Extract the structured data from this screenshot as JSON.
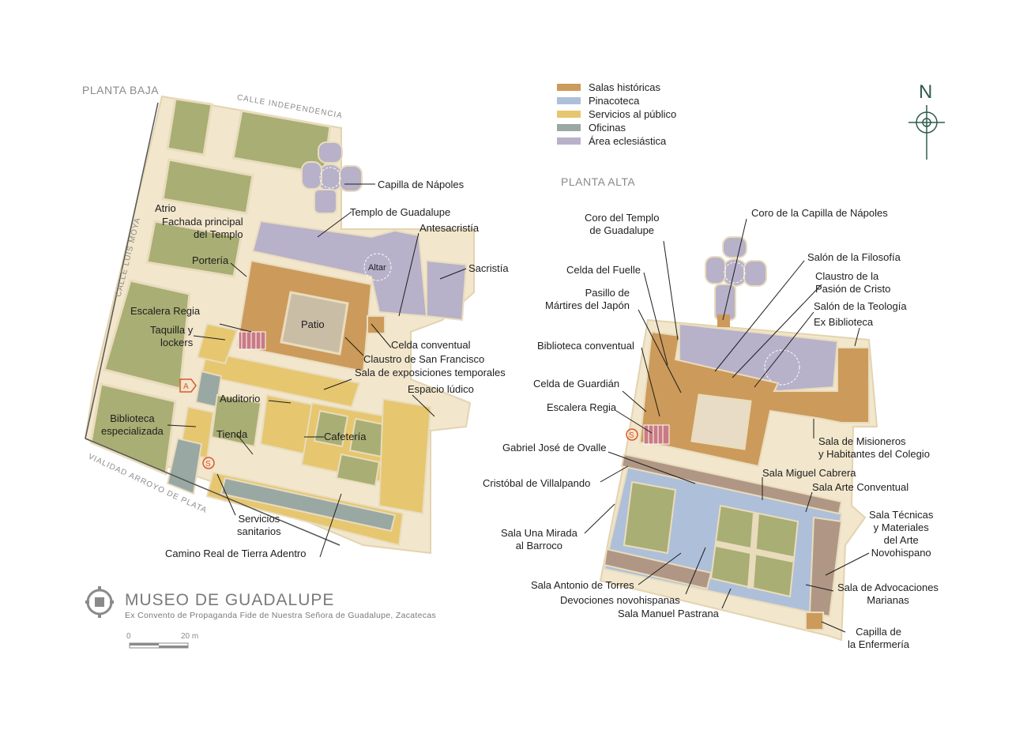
{
  "floors": {
    "ground": "PLANTA BAJA",
    "upper": "PLANTA ALTA"
  },
  "streets": {
    "north": "CALLE INDEPENDENCIA",
    "west": "CALLE LUIS MOYA",
    "south": "VIALIDAD ARROYO DE PLATA"
  },
  "legend": [
    {
      "label": "Salas históricas",
      "color": "#cc9a5a"
    },
    {
      "label": "Pinacoteca",
      "color": "#aebfd9"
    },
    {
      "label": "Servicios al público",
      "color": "#e6c66f"
    },
    {
      "label": "Oficinas",
      "color": "#9aa8a3"
    },
    {
      "label": "Área eclesiástica",
      "color": "#b7b1c9"
    }
  ],
  "compass": {
    "label": "N"
  },
  "ground_labels": {
    "capilla_napoles": "Capilla de Nápoles",
    "templo": "Templo de Guadalupe",
    "atrio": "Atrio",
    "fachada": "Fachada principal\ndel Templo",
    "antesacristia": "Antesacristía",
    "altar": "Altar",
    "sacristia": "Sacristía",
    "porteria": "Portería",
    "escalera": "Escalera Regia",
    "patio": "Patio",
    "taquilla": "Taquilla y\nlockers",
    "celda": "Celda conventual",
    "claustro": "Claustro  de San Francisco",
    "sala_expo": "Sala de exposiciones temporales",
    "espacio": "Espacio lúdico",
    "auditorio": "Auditorio",
    "biblioteca": "Biblioteca\nespecializada",
    "tienda": "Tienda",
    "cafeteria": "Cafetería",
    "servicios": "Servicios\nsanitarios",
    "camino": "Camino Real de Tierra Adentro"
  },
  "upper_labels": {
    "coro_templo": "Coro del Templo\nde Guadalupe",
    "coro_capilla": "Coro de la Capilla de Nápoles",
    "salon_filosofia": "Salón de la Filosofía",
    "celda_fuelle": "Celda del Fuelle",
    "claustro_pasion": "Claustro de la\nPasión de Cristo",
    "pasillo": "Pasillo de\nMártires del Japón",
    "salon_teologia": "Salón de la Teología",
    "ex_biblioteca": "Ex Biblioteca",
    "biblioteca_conv": "Biblioteca conventual",
    "celda_guardian": "Celda de Guardián",
    "escalera": "Escalera Regia",
    "misioneros": "Sala de Misioneros\ny Habitantes del Colegio",
    "ovalle": "Gabriel José de Ovalle",
    "cabrera": "Sala Miguel Cabrera",
    "villalpando": "Cristóbal de Villalpando",
    "arte_conventual": "Sala Arte Conventual",
    "tecnicas": "Sala Técnicas\ny Materiales\ndel Arte\nNovohispano",
    "mirada": "Sala Una Mirada\nal Barroco",
    "torres": "Sala Antonio de Torres",
    "advocaciones": "Sala de Advocaciones\nMarianas",
    "devociones": "Devociones novohispanas",
    "pastrana": "Sala Manuel Pastrana",
    "enfermeria": "Capilla de\nla Enfermería"
  },
  "markers": {
    "access": "A",
    "services": "S"
  },
  "title": "MUSEO DE GUADALUPE",
  "subtitle": "Ex Convento de Propaganda Fide de Nuestra Señora de Guadalupe, Zacatecas",
  "scale": {
    "start": "0",
    "end": "20 m"
  }
}
